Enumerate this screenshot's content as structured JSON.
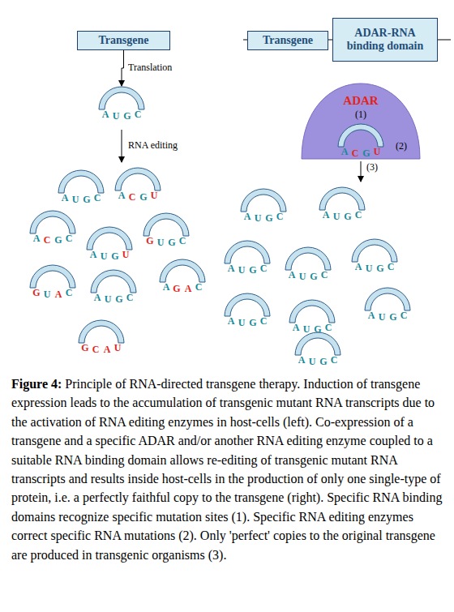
{
  "diagram": {
    "caption": "Figure 4: Principle of RNA-directed transgene therapy. Induction of transgene expression leads to the accumulation of transgenic mutant RNA transcripts due to the activation of RNA editing enzymes in host-cells (left). Co-expression of a transgene and a specific ADAR and/or another RNA editing enzyme coupled to a suitable RNA binding domain allows re-editing of transgenic mutant RNA transcripts and results inside host-cells in the production of only one single-type of protein, i.e. a perfectly faithful copy to the transgene (right). Specific RNA binding domains recognize specific mutation sites (1). Specific RNA editing enzymes correct specific RNA mutations (2). Only 'perfect' copies to the original transgene are produced in transgenic organisms (3).",
    "nodes": [
      {
        "text": [
          "Transgene"
        ]
      },
      {
        "text": [
          "Transgene"
        ]
      },
      {
        "text": [
          "ADAR-RNA binding domain"
        ]
      },
      {
        "text": [
          "A",
          "U",
          "G",
          "C"
        ]
      },
      {
        "text": [
          "ADAR",
          "(1)"
        ]
      },
      {
        "text": [
          "A",
          "C",
          "G",
          "U"
        ],
        "in": 4
      },
      {
        "text": [
          "A",
          "U",
          "G",
          "C"
        ]
      },
      {
        "text": [
          "A",
          "C",
          "G",
          "U"
        ]
      },
      {
        "text": [
          "A",
          "C",
          "G",
          "C"
        ]
      },
      {
        "text": [
          "A",
          "U",
          "G",
          "U"
        ]
      },
      {
        "text": [
          "G",
          "U",
          "G",
          "C"
        ]
      },
      {
        "text": [
          "G",
          "U",
          "A",
          "C"
        ]
      },
      {
        "text": [
          "A",
          "U",
          "G",
          "C"
        ]
      },
      {
        "text": [
          "A",
          "G",
          "A",
          "C"
        ]
      },
      {
        "text": [
          "G",
          "C",
          "A",
          "U"
        ]
      },
      {
        "text": [
          "A",
          "U",
          "G",
          "C"
        ]
      },
      {
        "text": [
          "A",
          "U",
          "G",
          "C"
        ]
      },
      {
        "text": [
          "A",
          "U",
          "G",
          "C"
        ]
      },
      {
        "text": [
          "A",
          "U",
          "G",
          "C"
        ]
      },
      {
        "text": [
          "A",
          "U",
          "G",
          "C"
        ]
      },
      {
        "text": [
          "A",
          "U",
          "G",
          "C"
        ]
      },
      {
        "text": [
          "A",
          "U",
          "G",
          "C"
        ]
      },
      {
        "text": [
          "A",
          "U",
          "G",
          "C"
        ]
      },
      {
        "text": [
          "A",
          "U",
          "G",
          "C"
        ]
      }
    ],
    "edges": [
      {
        "from": 0,
        "to": 3,
        "label": "Translation",
        "arrow": "to"
      }
    ],
    "labels": [
      "RNA editing",
      "(2)",
      "(3)"
    ]
  }
}
